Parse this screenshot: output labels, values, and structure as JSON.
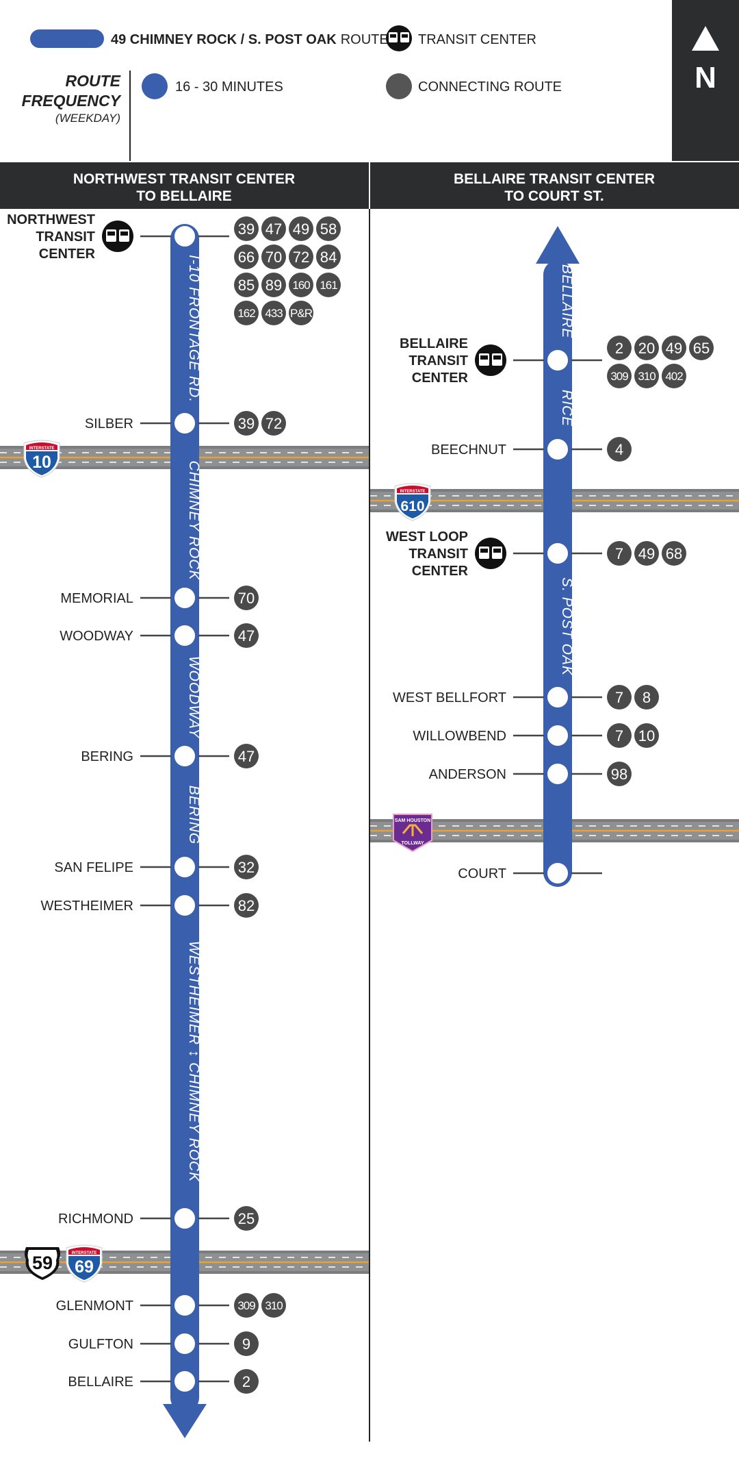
{
  "legend": {
    "route_number_name": "49 CHIMNEY ROCK / S. POST OAK",
    "route_suffix": "ROUTE",
    "transit_center": "TRANSIT CENTER",
    "frequency_title_1": "ROUTE",
    "frequency_title_2": "FREQUENCY",
    "frequency_sub": "(WEEKDAY)",
    "frequency_value": "16 - 30 MINUTES",
    "connecting_route": "CONNECTING ROUTE",
    "north": "N"
  },
  "colors": {
    "route": "#3a5fad",
    "dark": "#2b2d2f",
    "connector": "#444444",
    "highway": "#7a7c7e"
  },
  "left_panel": {
    "header_1": "NORTHWEST TRANSIT CENTER",
    "header_2": "TO BELLAIRE",
    "street_labels": [
      "I-10 FRONTAGE RD.",
      "CHIMNEY ROCK",
      "WOODWAY",
      "BERING",
      "WESTHEIMER ↕ CHIMNEY ROCK"
    ],
    "stops": [
      {
        "name": [
          "NORTHWEST",
          "TRANSIT",
          "CENTER"
        ],
        "transit_center": true,
        "routes": [
          "39",
          "47",
          "49",
          "58",
          "66",
          "70",
          "72",
          "84",
          "85",
          "89",
          "160",
          "161",
          "162",
          "433",
          "P&R"
        ]
      },
      {
        "name": [
          "SILBER"
        ],
        "routes": [
          "39",
          "72"
        ]
      },
      {
        "name": [
          "MEMORIAL"
        ],
        "routes": [
          "70"
        ]
      },
      {
        "name": [
          "WOODWAY"
        ],
        "routes": [
          "47"
        ]
      },
      {
        "name": [
          "BERING"
        ],
        "routes": [
          "47"
        ]
      },
      {
        "name": [
          "SAN FELIPE"
        ],
        "routes": [
          "32"
        ]
      },
      {
        "name": [
          "WESTHEIMER"
        ],
        "routes": [
          "82"
        ]
      },
      {
        "name": [
          "RICHMOND"
        ],
        "routes": [
          "25"
        ]
      },
      {
        "name": [
          "GLENMONT"
        ],
        "routes": [
          "309",
          "310"
        ]
      },
      {
        "name": [
          "GULFTON"
        ],
        "routes": [
          "9"
        ]
      },
      {
        "name": [
          "BELLAIRE"
        ],
        "routes": [
          "2"
        ]
      }
    ],
    "shields": [
      {
        "type": "interstate",
        "number": "10",
        "banner": "INTERSTATE"
      },
      {
        "type": "us",
        "number": "59"
      },
      {
        "type": "interstate",
        "number": "69",
        "banner": "INTERSTATE"
      }
    ]
  },
  "right_panel": {
    "header_1": "BELLAIRE TRANSIT CENTER",
    "header_2": "TO COURT ST.",
    "street_labels": [
      "BELLAIRE",
      "RICE",
      "S. POST OAK"
    ],
    "stops": [
      {
        "name": [
          "BELLAIRE",
          "TRANSIT",
          "CENTER"
        ],
        "transit_center": true,
        "routes": [
          "2",
          "20",
          "49",
          "65",
          "309",
          "310",
          "402"
        ]
      },
      {
        "name": [
          "BEECHNUT"
        ],
        "routes": [
          "4"
        ]
      },
      {
        "name": [
          "WEST LOOP",
          "TRANSIT",
          "CENTER"
        ],
        "transit_center": true,
        "routes": [
          "7",
          "49",
          "68"
        ]
      },
      {
        "name": [
          "WEST BELLFORT"
        ],
        "routes": [
          "7",
          "8"
        ]
      },
      {
        "name": [
          "WILLOWBEND"
        ],
        "routes": [
          "7",
          "10"
        ]
      },
      {
        "name": [
          "ANDERSON"
        ],
        "routes": [
          "98"
        ]
      },
      {
        "name": [
          "COURT"
        ],
        "routes": []
      }
    ],
    "shields": [
      {
        "type": "interstate",
        "number": "610",
        "banner": "INTERSTATE"
      },
      {
        "type": "tollway",
        "banner_1": "SAM HOUSTON",
        "banner_2": "TOLLWAY"
      }
    ]
  }
}
